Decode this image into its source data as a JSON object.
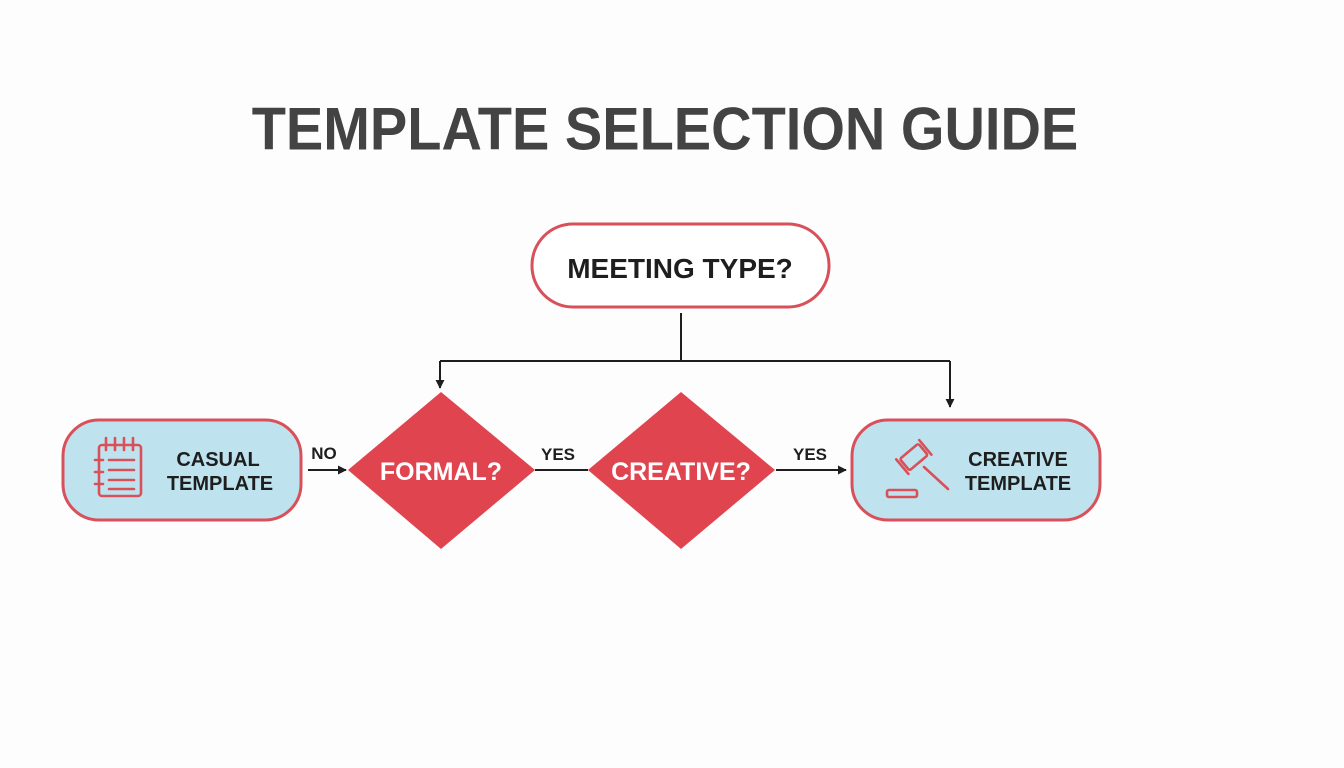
{
  "title": "TEMPLATE SELECTION GUIDE",
  "nodes": {
    "start": "MEETING TYPE?",
    "formal": "FORMAL?",
    "creative": "CREATIVE?",
    "casual_line1": "CASUAL",
    "casual_line2": "TEMPLATE",
    "creative_tpl_line1": "CREATIVE",
    "creative_tpl_line2": "TEMPLATE"
  },
  "edges": {
    "formal_to_casual": "NO",
    "formal_to_creative": "YES",
    "creative_to_template": "YES"
  },
  "icons": {
    "casual": "notepad-icon",
    "creative": "gavel-icon"
  },
  "colors": {
    "accent_red": "#e0444f",
    "box_fill": "#bfe3ee",
    "text_dark": "#1e1e1e",
    "title": "#434343"
  }
}
